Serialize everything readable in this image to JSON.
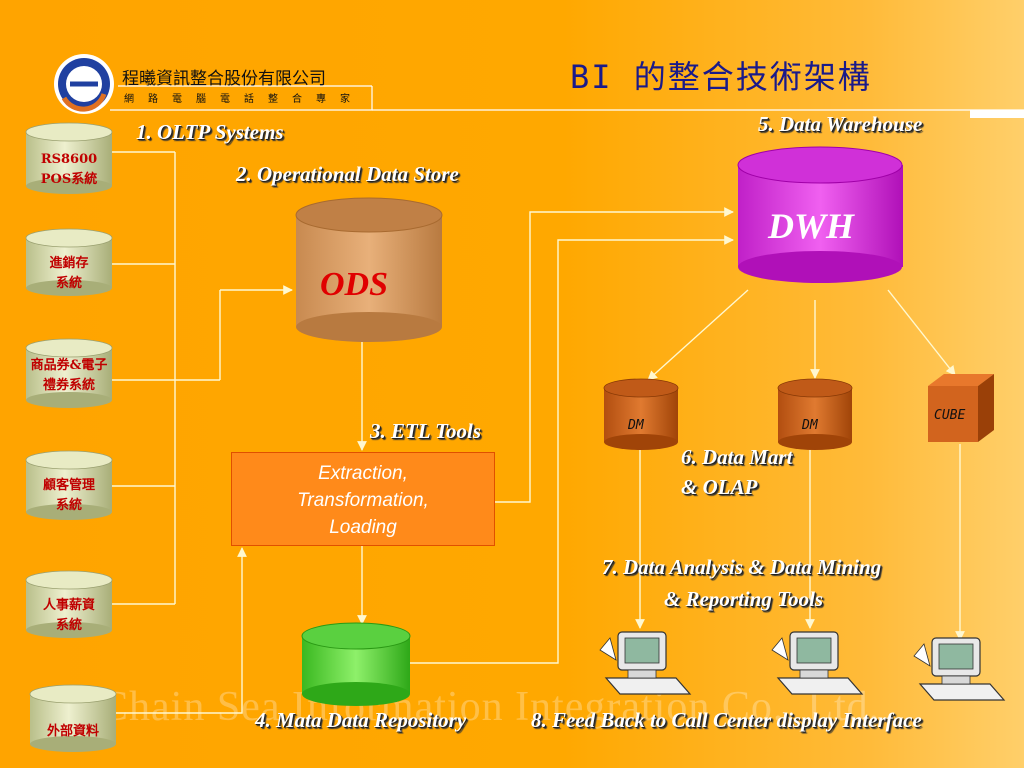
{
  "header": {
    "title": "BI 的整合技術架構",
    "company_name": "程曦資訊整合股份有限公司",
    "company_subtitle": "網路電腦電話整合專家",
    "logo": "company-logo-icon"
  },
  "labels": {
    "oltp": "1. OLTP Systems",
    "ods": "2. Operational Data Store",
    "etl_tools": "3. ETL Tools",
    "metadata": "4. Mata Data Repository",
    "dwh": "5. Data Warehouse",
    "datamart_line1": "6. Data Mart",
    "datamart_line2": "& OLAP",
    "analysis_line1": "7. Data Analysis & Data Mining",
    "analysis_line2": "& Reporting Tools",
    "feedback": "8. Feed Back to Call Center display Interface"
  },
  "sources": [
    {
      "line1": "RS8600",
      "line2": "POS系統"
    },
    {
      "line1": "進銷存",
      "line2": "系統"
    },
    {
      "line1": "商品券&電子",
      "line2": "禮券系統"
    },
    {
      "line1": "顧客管理",
      "line2": "系統"
    },
    {
      "line1": "人事薪資",
      "line2": "系統"
    },
    {
      "line1": "外部資料",
      "line2": ""
    }
  ],
  "stores": {
    "ods": "ODS",
    "dwh": "DWH",
    "dm1": "DM",
    "dm2": "DM",
    "cube": "CUBE"
  },
  "etl_box": {
    "line1": "Extraction,",
    "line2": "Transformation,",
    "line3": "Loading"
  },
  "watermark": "Chain Sea Information Integration Co., Ltd.",
  "colors": {
    "background": "#ffa800",
    "dwh": "#e040e0",
    "ods": "#d89a60",
    "dm": "#d2641e",
    "metadata": "#66dd44",
    "source_cylinder": "#d8ddb0",
    "title_text": "#1a1a8a"
  }
}
